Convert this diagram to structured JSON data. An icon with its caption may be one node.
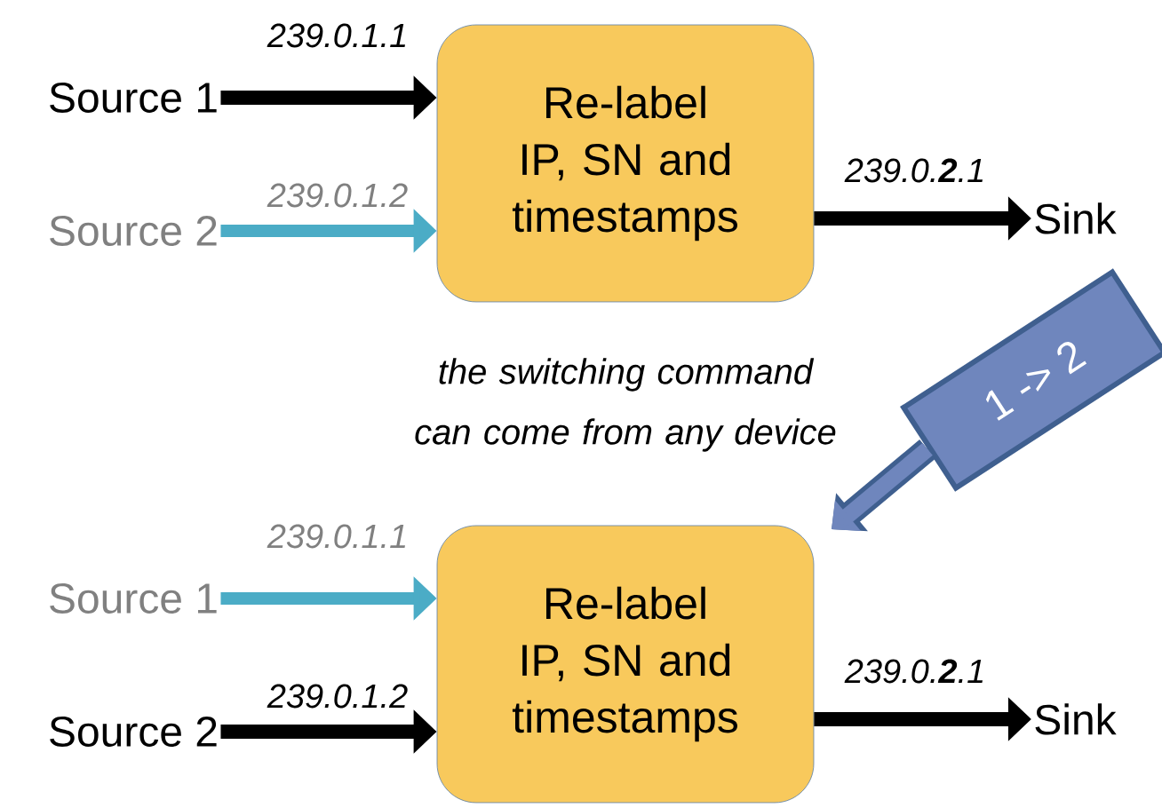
{
  "diagram": {
    "nodes": [
      {
        "text": [
          "Source 1"
        ]
      },
      {
        "text": [
          "Source 2"
        ]
      },
      {
        "text": [
          "Re-label IP, SN and timestamps"
        ]
      },
      {
        "text": [
          "Sink"
        ]
      },
      {
        "text": [
          "Source 1"
        ]
      },
      {
        "text": [
          "Source 2"
        ]
      },
      {
        "text": [
          "Re-label IP, SN and timestamps"
        ]
      },
      {
        "text": [
          "Sink"
        ]
      },
      {
        "text": [
          "1 -> 2"
        ]
      }
    ],
    "edges": [
      {
        "from": 0,
        "to": 2,
        "arrow": "to",
        "label": "239.0.1.1"
      },
      {
        "from": 1,
        "to": 2,
        "arrow": "to",
        "label": "239.0.1.2",
        "color": "#4bacc6"
      },
      {
        "from": 2,
        "to": 3,
        "arrow": "to",
        "label": "239.0.**2**.1"
      },
      {
        "from": 4,
        "to": 6,
        "arrow": "to",
        "label": "239.0.1.1",
        "color": "#4bacc6"
      },
      {
        "from": 5,
        "to": 6,
        "arrow": "to",
        "label": "239.0.1.2"
      },
      {
        "from": 6,
        "to": 7,
        "arrow": "to",
        "label": "239.0.**2**.1"
      },
      {
        "from": 8,
        "to": null,
        "arrow": "to",
        "color": "#6f86bd"
      }
    ],
    "labels": [
      "the switching command can come from any device"
    ]
  }
}
